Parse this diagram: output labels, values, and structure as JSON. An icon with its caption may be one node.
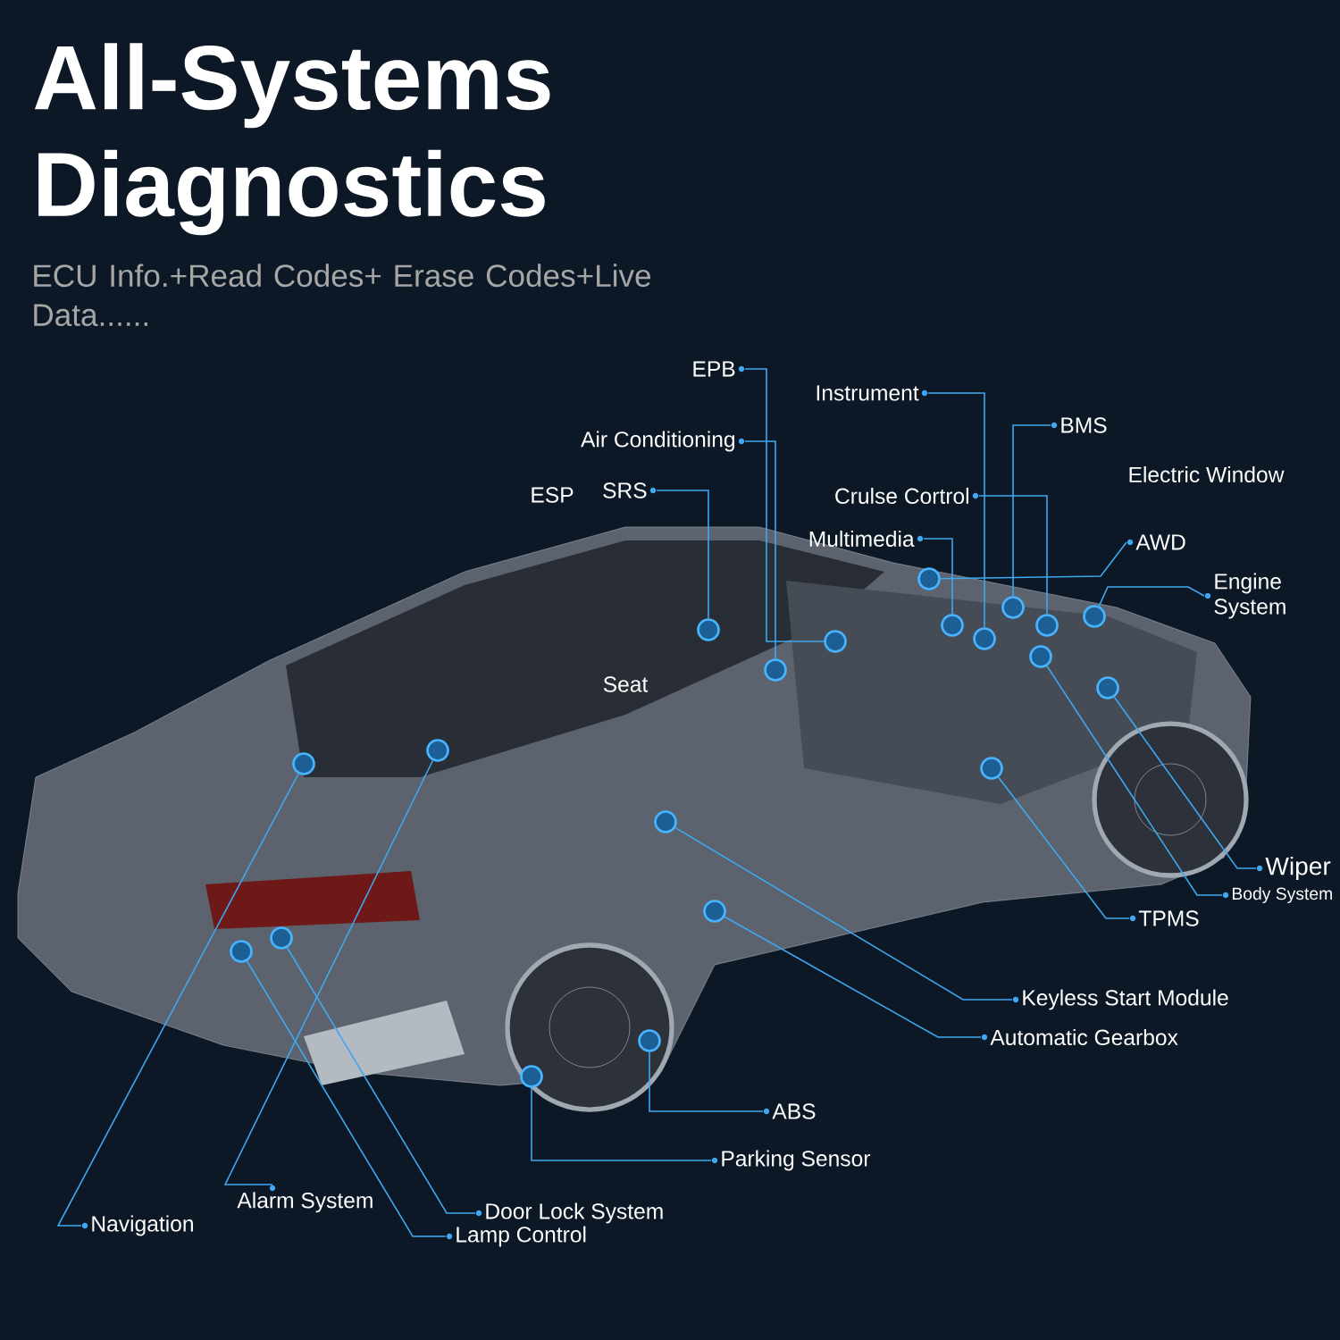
{
  "diagram": {
    "title": "All-Systems Diagnostics",
    "nodes": [
      {
        "text": [
          "EPB"
        ]
      },
      {
        "text": [
          "Instrument"
        ]
      },
      {
        "text": [
          "BMS"
        ]
      },
      {
        "text": [
          "Air Conditioning"
        ]
      },
      {
        "text": [
          "SRS"
        ]
      },
      {
        "text": [
          "Crulse Cortrol"
        ]
      },
      {
        "text": [
          "Multimedia"
        ]
      },
      {
        "text": [
          "AWD"
        ]
      },
      {
        "text": [
          "Engine System"
        ]
      },
      {
        "text": [
          "Wiper"
        ]
      },
      {
        "text": [
          "Body System"
        ]
      },
      {
        "text": [
          "TPMS"
        ]
      },
      {
        "text": [
          "Keyless Start Module"
        ]
      },
      {
        "text": [
          "Automatic Gearbox"
        ]
      },
      {
        "text": [
          "ABS"
        ]
      },
      {
        "text": [
          "Parking Sensor"
        ]
      },
      {
        "text": [
          "Alarm System"
        ]
      },
      {
        "text": [
          "Door Lock System"
        ]
      },
      {
        "text": [
          "Navigation"
        ]
      },
      {
        "text": [
          "Lamp Control"
        ]
      },
      {
        "text": [],
        "shape": "circle"
      },
      {
        "text": [],
        "shape": "circle"
      },
      {
        "text": [],
        "shape": "circle"
      },
      {
        "text": [],
        "shape": "circle"
      },
      {
        "text": [],
        "shape": "circle"
      },
      {
        "text": [],
        "shape": "circle"
      },
      {
        "text": [],
        "shape": "circle"
      },
      {
        "text": [],
        "shape": "circle"
      },
      {
        "text": [],
        "shape": "circle"
      },
      {
        "text": [],
        "shape": "circle"
      },
      {
        "text": [],
        "shape": "circle"
      },
      {
        "text": [],
        "shape": "circle"
      },
      {
        "text": [],
        "shape": "circle"
      },
      {
        "text": [],
        "shape": "circle"
      },
      {
        "text": [],
        "shape": "circle"
      },
      {
        "text": [],
        "shape": "circle"
      },
      {
        "text": [],
        "shape": "circle"
      },
      {
        "text": [],
        "shape": "circle"
      },
      {
        "text": [],
        "shape": "circle"
      },
      {
        "text": [],
        "shape": "circle"
      }
    ],
    "edges": [
      {
        "from": 0,
        "to": 20,
        "arrow": "none"
      },
      {
        "from": 1,
        "to": 21,
        "arrow": "none"
      },
      {
        "from": 2,
        "to": 22,
        "arrow": "none"
      },
      {
        "from": 3,
        "to": 23,
        "arrow": "none"
      },
      {
        "from": 4,
        "to": 24,
        "arrow": "none"
      },
      {
        "from": 5,
        "to": 25,
        "arrow": "none"
      },
      {
        "from": 6,
        "to": 26,
        "arrow": "none"
      },
      {
        "from": 7,
        "to": 27,
        "arrow": "none"
      },
      {
        "from": 8,
        "to": 28,
        "arrow": "none"
      },
      {
        "from": 9,
        "to": 29,
        "arrow": "none"
      },
      {
        "from": 10,
        "to": 30,
        "arrow": "none"
      },
      {
        "from": 11,
        "to": 31,
        "arrow": "none"
      },
      {
        "from": 12,
        "to": 32,
        "arrow": "none"
      },
      {
        "from": 13,
        "to": 33,
        "arrow": "none"
      },
      {
        "from": 14,
        "to": 34,
        "arrow": "none"
      },
      {
        "from": 15,
        "to": 35,
        "arrow": "none"
      },
      {
        "from": 16,
        "to": 36,
        "arrow": "none"
      },
      {
        "from": 17,
        "to": 37,
        "arrow": "none"
      },
      {
        "from": 18,
        "to": 38,
        "arrow": "none"
      },
      {
        "from": 19,
        "to": 39,
        "arrow": "none"
      }
    ],
    "labels": [
      "ECU Info.+Read Codes+ Erase Codes+Live Data......",
      "ESP",
      "Electric Window",
      "Seat"
    ]
  }
}
